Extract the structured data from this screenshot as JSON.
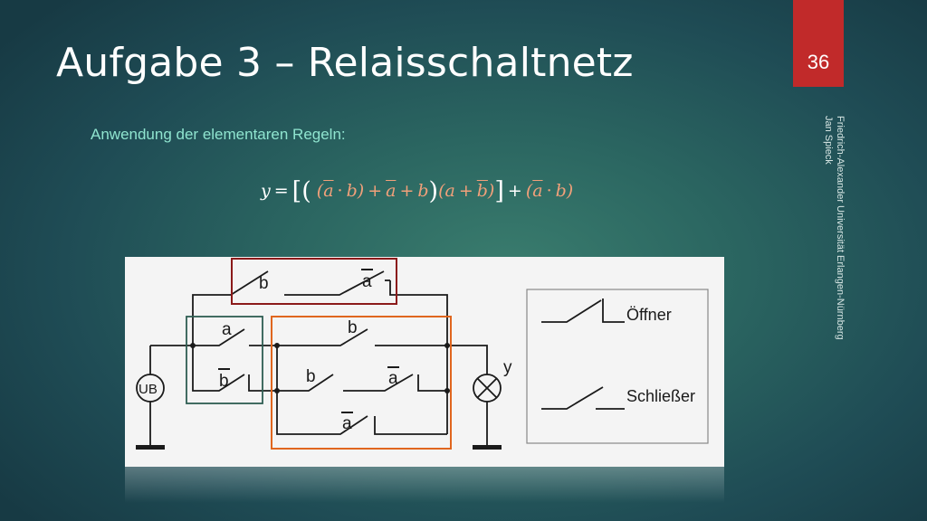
{
  "slide": {
    "title": "Aufgabe 3 – Relaisschaltnetz",
    "number": "36",
    "side_line1": "Friedrich-Alexander Universität Erlangen-Nürnberg",
    "side_line2": "Jan Spieck",
    "subtitle": "Anwendung der elementaren Regeln:"
  },
  "formula": {
    "lhs": "y",
    "eq": "=",
    "bracket_open": "[",
    "paren_big_open": "(",
    "g1_open": "(",
    "g1_a": "a",
    "g1_dot": "·",
    "g1_b": "b",
    "g1_close": ")",
    "plus1": "+",
    "term_a": "a",
    "plus2": "+",
    "term_b": "b",
    "paren_big_close": ")",
    "g2_open": "(",
    "g2_a": "a",
    "g2_plus": "+",
    "g2_b": "b",
    "g2_close": ")",
    "bracket_close": "]",
    "plus3": "+",
    "g3_open": "(",
    "g3_a": "a",
    "g3_dot": "·",
    "g3_b": "b",
    "g3_close": ")"
  },
  "diagram": {
    "source_label": "UB",
    "output_label": "y",
    "contact_top_b": "b",
    "contact_top_a": "a",
    "contact_left_a": "a",
    "contact_left_b": "b",
    "contact_mid_b": "b",
    "contact_row2_b": "b",
    "contact_row2_a": "a",
    "contact_row3_a": "a",
    "legend_oeffner": "Öffner",
    "legend_schliesser": "Schließer",
    "colors": {
      "red_box": "#8b1a1a",
      "green_box": "#2f5d52",
      "orange_box": "#e0661e"
    }
  }
}
